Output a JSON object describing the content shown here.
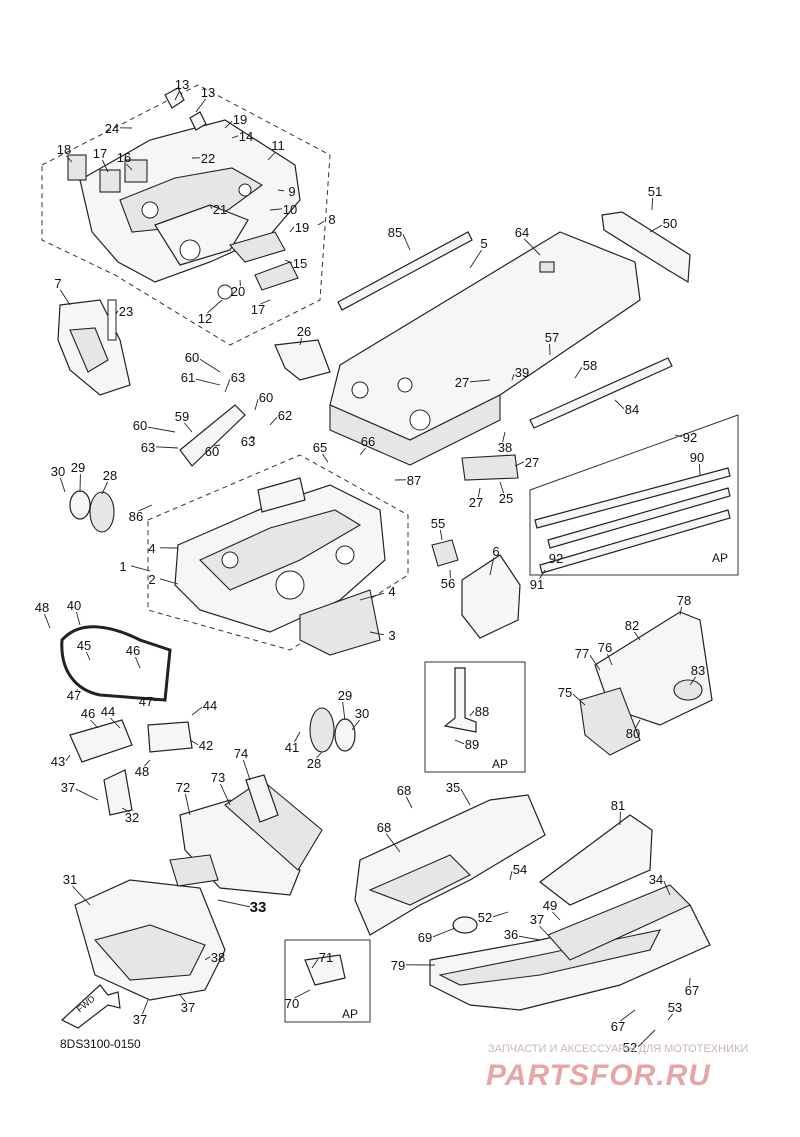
{
  "diagram": {
    "code": "8DS3100-0150",
    "fwd_label": "FWD",
    "ap_label": "AP",
    "watermark_top": "ЗАПЧАСТИ И АКСЕССУАРЫ ДЛЯ МОТОТЕХНИКИ",
    "watermark_main": "PARTSFOR.RU",
    "callouts": {
      "c1": "1",
      "c2": "2",
      "c3": "3",
      "c4a": "4",
      "c4b": "4",
      "c5": "5",
      "c6": "6",
      "c7": "7",
      "c8": "8",
      "c9": "9",
      "c10": "10",
      "c11": "11",
      "c12": "12",
      "c13a": "13",
      "c13b": "13",
      "c14": "14",
      "c15": "15",
      "c16": "16",
      "c17a": "17",
      "c17b": "17",
      "c18": "18",
      "c19a": "19",
      "c19b": "19",
      "c20": "20",
      "c21": "21",
      "c22": "22",
      "c23": "23",
      "c24": "24",
      "c25": "25",
      "c26": "26",
      "c27a": "27",
      "c27b": "27",
      "c27c": "27",
      "c28a": "28",
      "c28b": "28",
      "c29a": "29",
      "c29b": "29",
      "c30a": "30",
      "c30b": "30",
      "c31": "31",
      "c32": "32",
      "c33": "33",
      "c34": "34",
      "c35": "35",
      "c36": "36",
      "c37a": "37",
      "c37b": "37",
      "c37c": "37",
      "c37d": "37",
      "c38a": "38",
      "c38b": "38",
      "c39": "39",
      "c40": "40",
      "c41": "41",
      "c42": "42",
      "c43": "43",
      "c44a": "44",
      "c44b": "44",
      "c45": "45",
      "c46a": "46",
      "c46b": "46",
      "c47a": "47",
      "c47b": "47",
      "c48a": "48",
      "c48b": "48",
      "c49": "49",
      "c50": "50",
      "c51": "51",
      "c52a": "52",
      "c52b": "52",
      "c53": "53",
      "c54": "54",
      "c55": "55",
      "c56": "56",
      "c57": "57",
      "c58": "58",
      "c59": "59",
      "c60a": "60",
      "c60b": "60",
      "c60c": "60",
      "c60d": "60",
      "c61": "61",
      "c62": "62",
      "c63a": "63",
      "c63b": "63",
      "c63c": "63",
      "c64": "64",
      "c65": "65",
      "c66": "66",
      "c67a": "67",
      "c67b": "67",
      "c68a": "68",
      "c68b": "68",
      "c69": "69",
      "c70": "70",
      "c71": "71",
      "c72": "72",
      "c73": "73",
      "c74": "74",
      "c75": "75",
      "c76": "76",
      "c77": "77",
      "c78": "78",
      "c79": "79",
      "c80": "80",
      "c81": "81",
      "c82": "82",
      "c83": "83",
      "c84": "84",
      "c85": "85",
      "c86": "86",
      "c87": "87",
      "c88": "88",
      "c89": "89",
      "c90": "90",
      "c91": "91",
      "c92a": "92",
      "c92b": "92"
    }
  }
}
